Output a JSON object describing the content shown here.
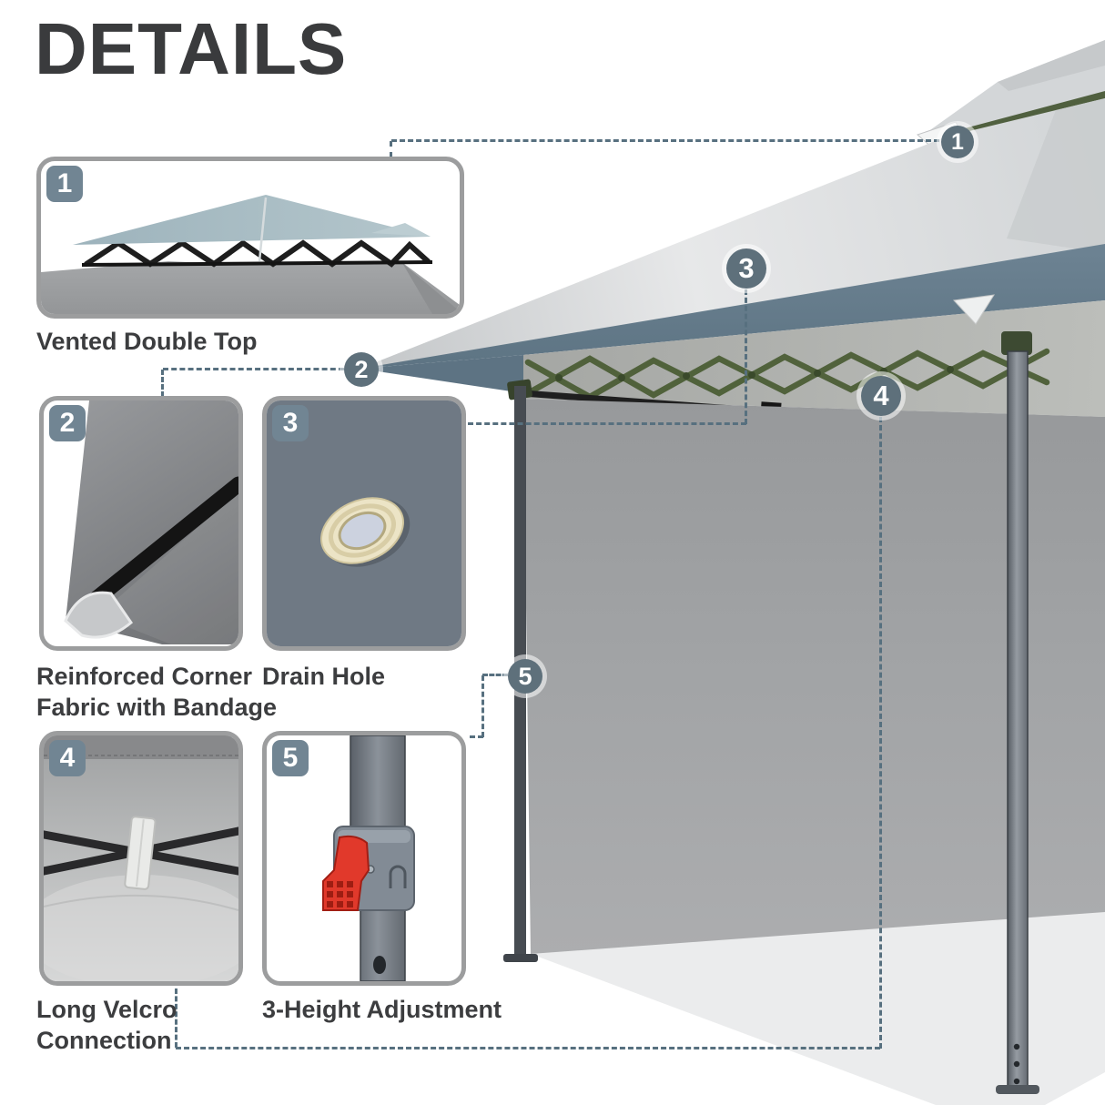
{
  "title": "DETAILS",
  "callouts": [
    {
      "num": "1",
      "label": "Vented Double Top",
      "label2": ""
    },
    {
      "num": "2",
      "label": "Reinforced Corner",
      "label2": "Fabric with Bandage"
    },
    {
      "num": "3",
      "label": "Drain Hole",
      "label2": ""
    },
    {
      "num": "4",
      "label": "Long Velcro",
      "label2": "Connection"
    },
    {
      "num": "5",
      "label": "3-Height Adjustment",
      "label2": ""
    }
  ],
  "colors": {
    "badge_slate": "#718593",
    "marker_slate": "#5E707B",
    "valance_slate": "#64798B",
    "frame_green": "#4C5E36",
    "button_red": "#E1392B",
    "grommet_gold": "#ECE4C6",
    "dashed_line": "#57707F",
    "text_dark": "#3C3D3F",
    "box_border": "#9C9D9E"
  }
}
